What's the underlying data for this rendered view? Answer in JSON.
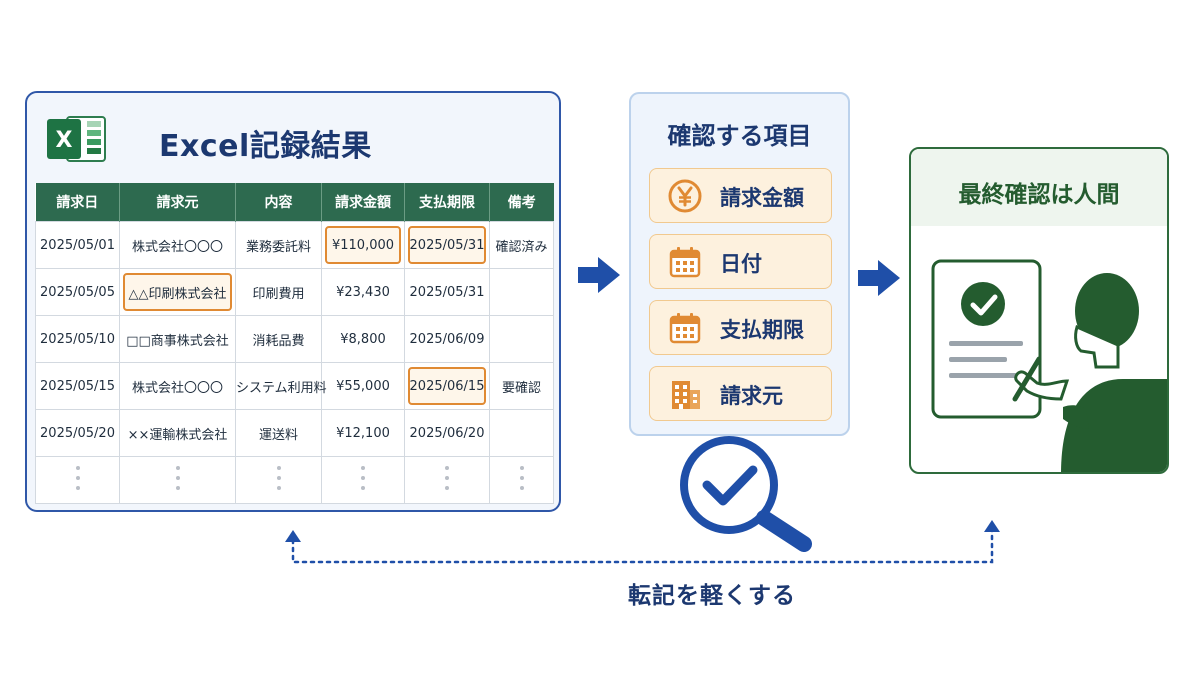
{
  "excel": {
    "title": "Excel記録結果",
    "logo_letter": "X",
    "columns": [
      "請求日",
      "請求元",
      "内容",
      "請求金額",
      "支払期限",
      "備考"
    ],
    "rows": [
      [
        "2025/05/01",
        "株式会社〇〇〇",
        "業務委託料",
        "¥110,000",
        "2025/05/31",
        "確認済み"
      ],
      [
        "2025/05/05",
        "△△印刷株式会社",
        "印刷費用",
        "¥23,430",
        "2025/05/31",
        ""
      ],
      [
        "2025/05/10",
        "□□商事株式会社",
        "消耗品費",
        "¥8,800",
        "2025/06/09",
        ""
      ],
      [
        "2025/05/15",
        "株式会社〇〇〇",
        "システム利用料",
        "¥55,000",
        "2025/06/15",
        "要確認"
      ],
      [
        "2025/05/20",
        "××運輸株式会社",
        "運送料",
        "¥12,100",
        "2025/06/20",
        ""
      ]
    ],
    "highlighted_cells": [
      [
        0,
        3
      ],
      [
        0,
        4
      ],
      [
        1,
        1
      ],
      [
        3,
        4
      ]
    ]
  },
  "check": {
    "title": "確認する項目",
    "items": [
      {
        "label": "請求金額",
        "icon": "yen-icon"
      },
      {
        "label": "日付",
        "icon": "calendar-icon"
      },
      {
        "label": "支払期限",
        "icon": "calendar-icon"
      },
      {
        "label": "請求元",
        "icon": "building-icon"
      }
    ]
  },
  "final": {
    "title": "最終確認は人間"
  },
  "bottom_label": "転記を軽くする",
  "colors": {
    "navy": "#1c3870",
    "blue_border": "#2f57a8",
    "arrow_blue": "#1f4fa8",
    "excel_green": "#2d6a4f",
    "orange": "#e08a33",
    "orange_fill": "#fdf1de",
    "green": "#245c2f"
  }
}
